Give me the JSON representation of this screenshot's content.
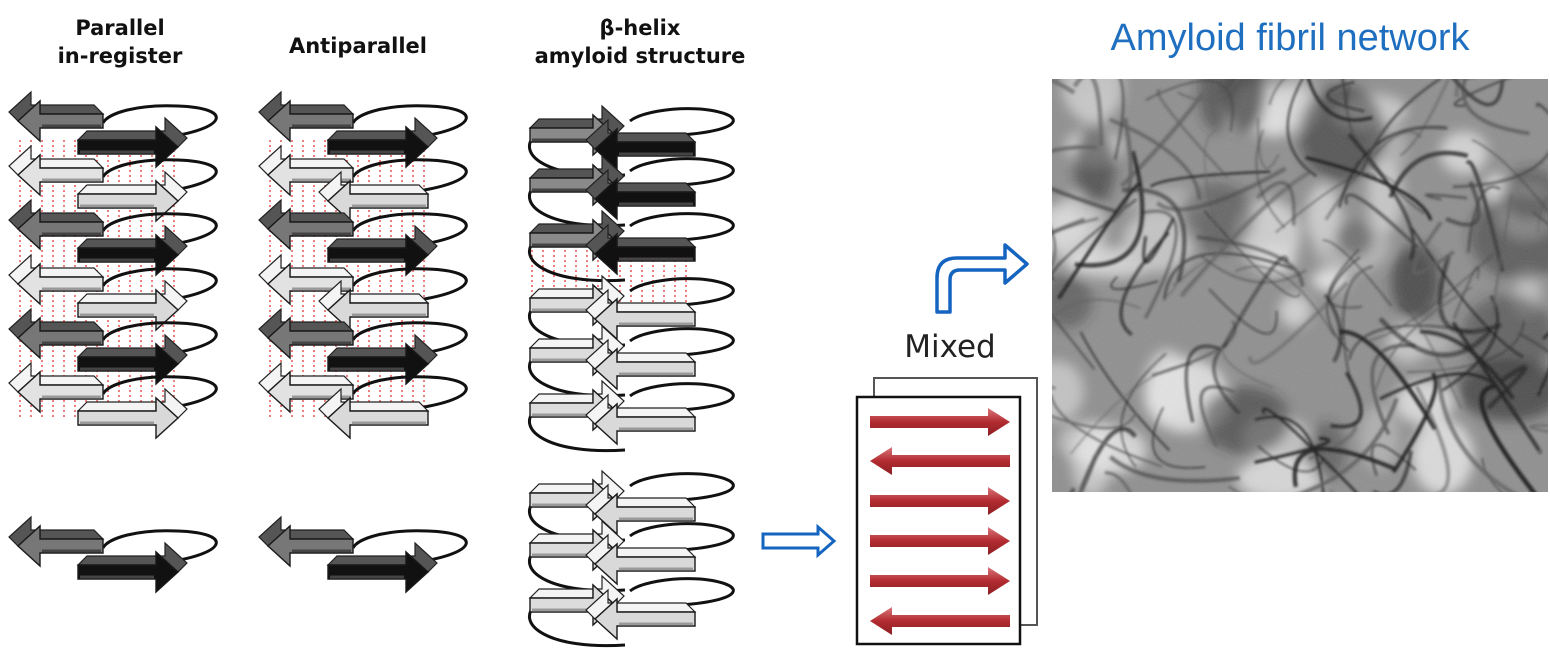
{
  "headers": {
    "parallel": "Parallel\nin-register",
    "antiparallel": "Antiparallel",
    "beta_helix": "β-helix\namyloid structure"
  },
  "title": "Amyloid fibril network",
  "mixed_label": "Mixed",
  "colors": {
    "title_blue": "#1f6fc0",
    "arrow_blue": "#1565c0",
    "sheet_red": "#b22b30",
    "strand_dark": "#111111",
    "strand_light": "#d9d9d9",
    "hbond_red": "#e53935"
  },
  "panels": [
    {
      "name": "parallel",
      "pattern": [
        "left-dark",
        "left-light",
        "left-dark",
        "left-light",
        "left-dark",
        "left-light"
      ]
    },
    {
      "name": "antiparallel",
      "pattern": [
        "right-dark",
        "left-light",
        "right-dark",
        "left-light",
        "right-dark",
        "left-light"
      ]
    },
    {
      "name": "beta-helix",
      "pattern": [
        "helix-dark",
        "helix-dark",
        "helix-dark",
        "helix-light",
        "helix-light",
        "helix-light"
      ]
    }
  ],
  "mixed_sheet_directions": [
    "right",
    "left",
    "right",
    "right",
    "right",
    "left"
  ]
}
